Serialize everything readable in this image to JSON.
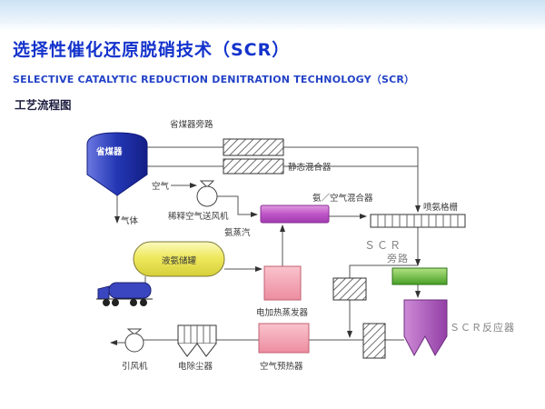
{
  "header": {
    "title": "选择性催化还原脱硝技术（SCR）",
    "subtitle": "SELECTIVE CATALYTIC REDUCTION DENITRATION TECHNOLOGY（SCR）",
    "section_label": "工艺流程图"
  },
  "diagram": {
    "labels": {
      "economizer_bypass": "省煤器旁路",
      "economizer": "省煤器",
      "static_mixer": "静态混合器",
      "air": "空气",
      "dilution_air_fan": "稀释空气送风机",
      "ammonia_air_mixer": "氨／空气混合器",
      "ammonia_injection_grid": "喷氨格栅",
      "gas": "气体",
      "ammonia_vapor": "氨蒸汽",
      "liquid_ammonia_tank": "液氨储罐",
      "scr_bypass_line1": "ＳＣＲ",
      "scr_bypass_line2": "旁路",
      "electric_heating_evaporator": "电加热蒸发器",
      "scr_reactor": "ＳＣＲ反应器",
      "air_preheater": "空气预热器",
      "electrostatic_precipitator": "电除尘器",
      "induced_draft_fan": "引风机"
    },
    "colors": {
      "title_blue": "#1433cc",
      "subtitle_blue": "#2342c6",
      "band_blue": "#cde3f5",
      "economizer_blue": "#2336b4",
      "mixer_magenta": "#bf55c8",
      "tank_yellow": "#efe95e",
      "green_box": "#47a026",
      "reactor_purple": "#a84fb8",
      "pink_equipment": "#f2a2b2",
      "truck_blue": "#3a46c0"
    }
  }
}
